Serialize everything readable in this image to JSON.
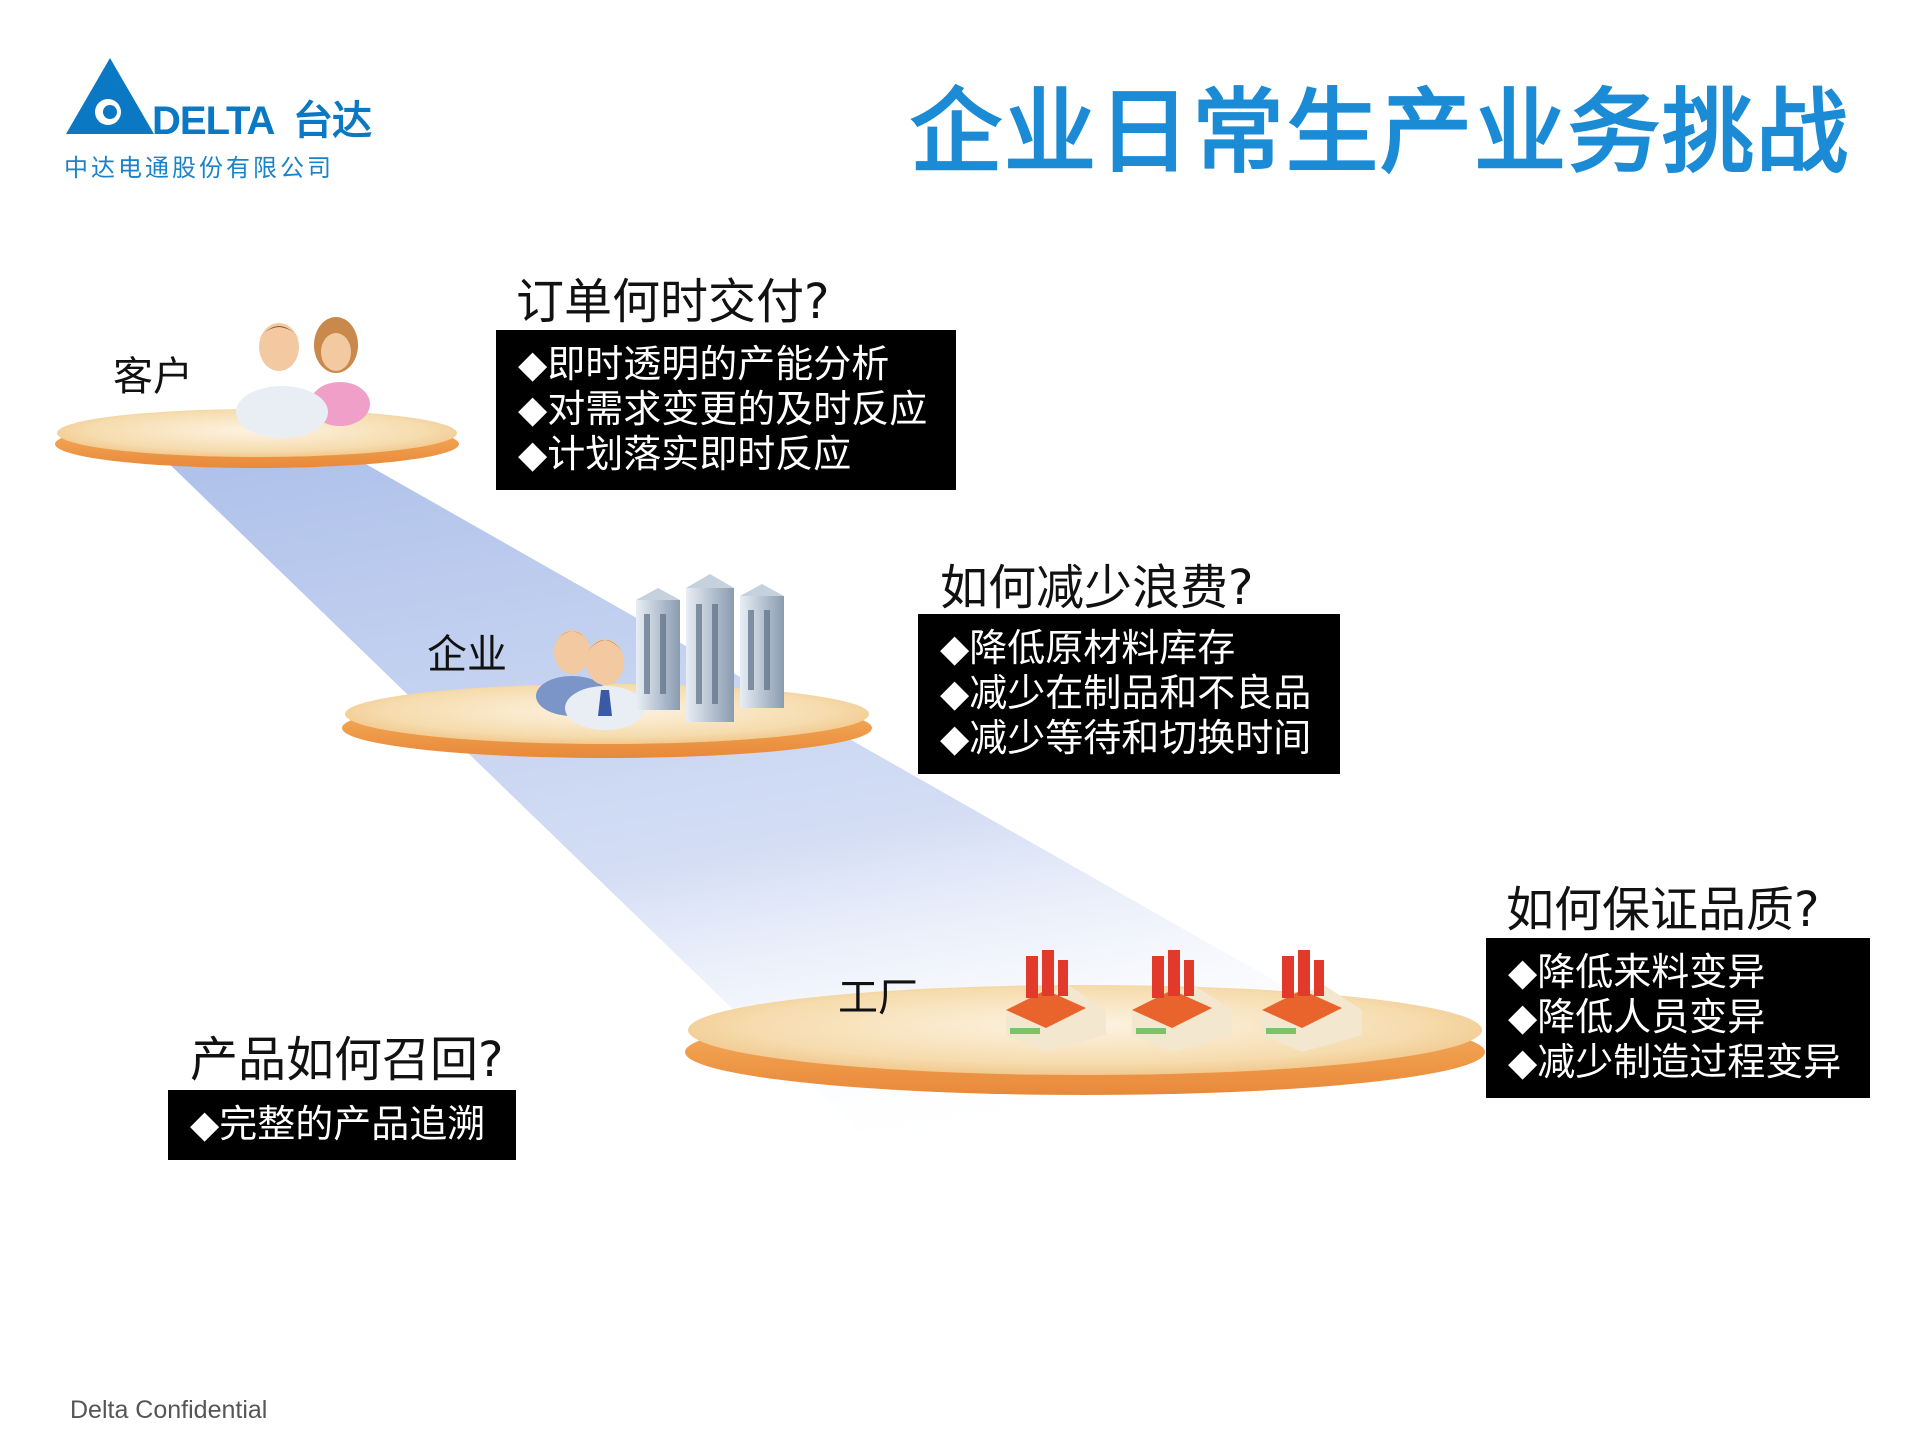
{
  "logo": {
    "brand": "DELTA",
    "brand_cn": "台达",
    "subtitle": "中达电通股份有限公司"
  },
  "title": "企业日常生产业务挑战",
  "levels": {
    "customer": "客户",
    "enterprise": "企业",
    "factory": "工厂"
  },
  "questions": {
    "delivery": "订单何时交付?",
    "waste": "如何减少浪费?",
    "quality": "如何保证品质?",
    "recall": "产品如何召回?"
  },
  "boxes": {
    "delivery": [
      "◆即时透明的产能分析",
      "◆对需求变更的及时反应",
      "◆计划落实即时反应"
    ],
    "waste": [
      "◆降低原材料库存",
      "◆减少在制品和不良品",
      "◆减少等待和切换时间"
    ],
    "quality": [
      "◆降低来料变异",
      "◆降低人员变异",
      "◆减少制造过程变异"
    ],
    "recall": [
      "◆完整的产品追溯"
    ]
  },
  "footer": "Delta Confidential",
  "colors": {
    "title_blue": "#1b8bd6",
    "logo_blue": "#0a78c2",
    "platform_fill": "#f6dcae",
    "platform_rim": "#f0a04a",
    "beam": "#b8c8ee"
  },
  "icons": [
    "people-icon",
    "businessmen-icon",
    "buildings-icon",
    "factory-icon"
  ]
}
